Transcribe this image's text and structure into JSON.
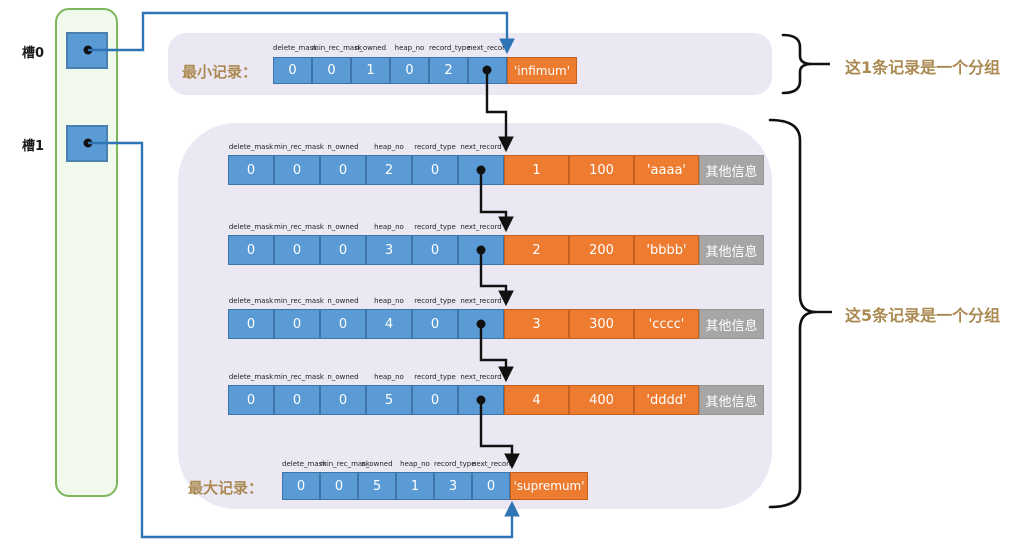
{
  "slots": [
    {
      "label": "槽0"
    },
    {
      "label": "槽1"
    }
  ],
  "record_headers": [
    "delete_mask",
    "min_rec_mask",
    "n_owned",
    "heap_no",
    "record_type",
    "next_record"
  ],
  "infimum": {
    "label": "最小记录：",
    "cells": [
      "0",
      "0",
      "1",
      "0",
      "2"
    ],
    "payload": "'infimum'"
  },
  "rows": [
    {
      "cells": [
        "0",
        "0",
        "0",
        "2",
        "0"
      ],
      "key": "1",
      "value": "100",
      "name": "'aaaa'",
      "other": "其他信息"
    },
    {
      "cells": [
        "0",
        "0",
        "0",
        "3",
        "0"
      ],
      "key": "2",
      "value": "200",
      "name": "'bbbb'",
      "other": "其他信息"
    },
    {
      "cells": [
        "0",
        "0",
        "0",
        "4",
        "0"
      ],
      "key": "3",
      "value": "300",
      "name": "'cccc'",
      "other": "其他信息"
    },
    {
      "cells": [
        "0",
        "0",
        "0",
        "5",
        "0"
      ],
      "key": "4",
      "value": "400",
      "name": "'dddd'",
      "other": "其他信息"
    }
  ],
  "supremum": {
    "label": "最大记录：",
    "cells": [
      "0",
      "0",
      "5",
      "1",
      "3",
      "0"
    ],
    "payload": "'supremum'"
  },
  "annotations": {
    "group_one": "这1条记录是一个分组",
    "group_five": "这5条记录是一个分组"
  },
  "colors": {
    "cell_blue": "#5b9bd5",
    "cell_orange": "#ed7c31",
    "cell_gray": "#a6a6a6",
    "group_bg": "#ebe8f3",
    "slot_panel_border": "#7eb65b",
    "slot_panel_bg": "#f1f8ec",
    "pointer_line_blue": "#2e75b6",
    "arrow_black": "#111111",
    "label_gold": "#ab8a52"
  }
}
